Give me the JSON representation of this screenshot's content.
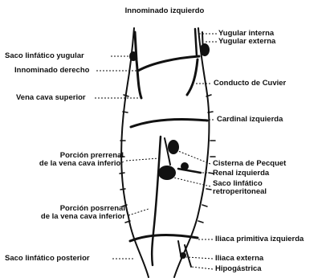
{
  "diagram": {
    "labels": {
      "innominado_izquierdo": "Innominado izquierdo",
      "yugular_interna": "Yugular interna",
      "yugular_externa": "Yugular externa",
      "saco_linfatico_yugular": "Saco linfático yugular",
      "innominado_derecho": "Innominado derecho",
      "conducto_de_cuvier": "Conducto de Cuvier",
      "vena_cava_superior": "Vena cava superior",
      "cardinal_izquierda": "Cardinal izquierda",
      "porcion_prerrenal_1": "Porción prerrenal",
      "porcion_prerrenal_2": "de la vena cava inferior",
      "cisterna_de_pecquet": "Cisterna de Pecquet",
      "renal_izquierda": "Renal izquierda",
      "saco_linfatico_retro_1": "Saco linfático",
      "saco_linfatico_retro_2": "retroperitoneal",
      "porcion_posrrenal_1": "Porción posrrenal",
      "porcion_posrrenal_2": "de la vena cava inferior",
      "iliaca_primitiva_izquierda": "Iliaca primitiva izquierda",
      "saco_linfatico_posterior": "Saco linfático posterior",
      "iliaca_externa": "Iliaca externa",
      "hipogastrica": "Hipogástrica"
    }
  }
}
